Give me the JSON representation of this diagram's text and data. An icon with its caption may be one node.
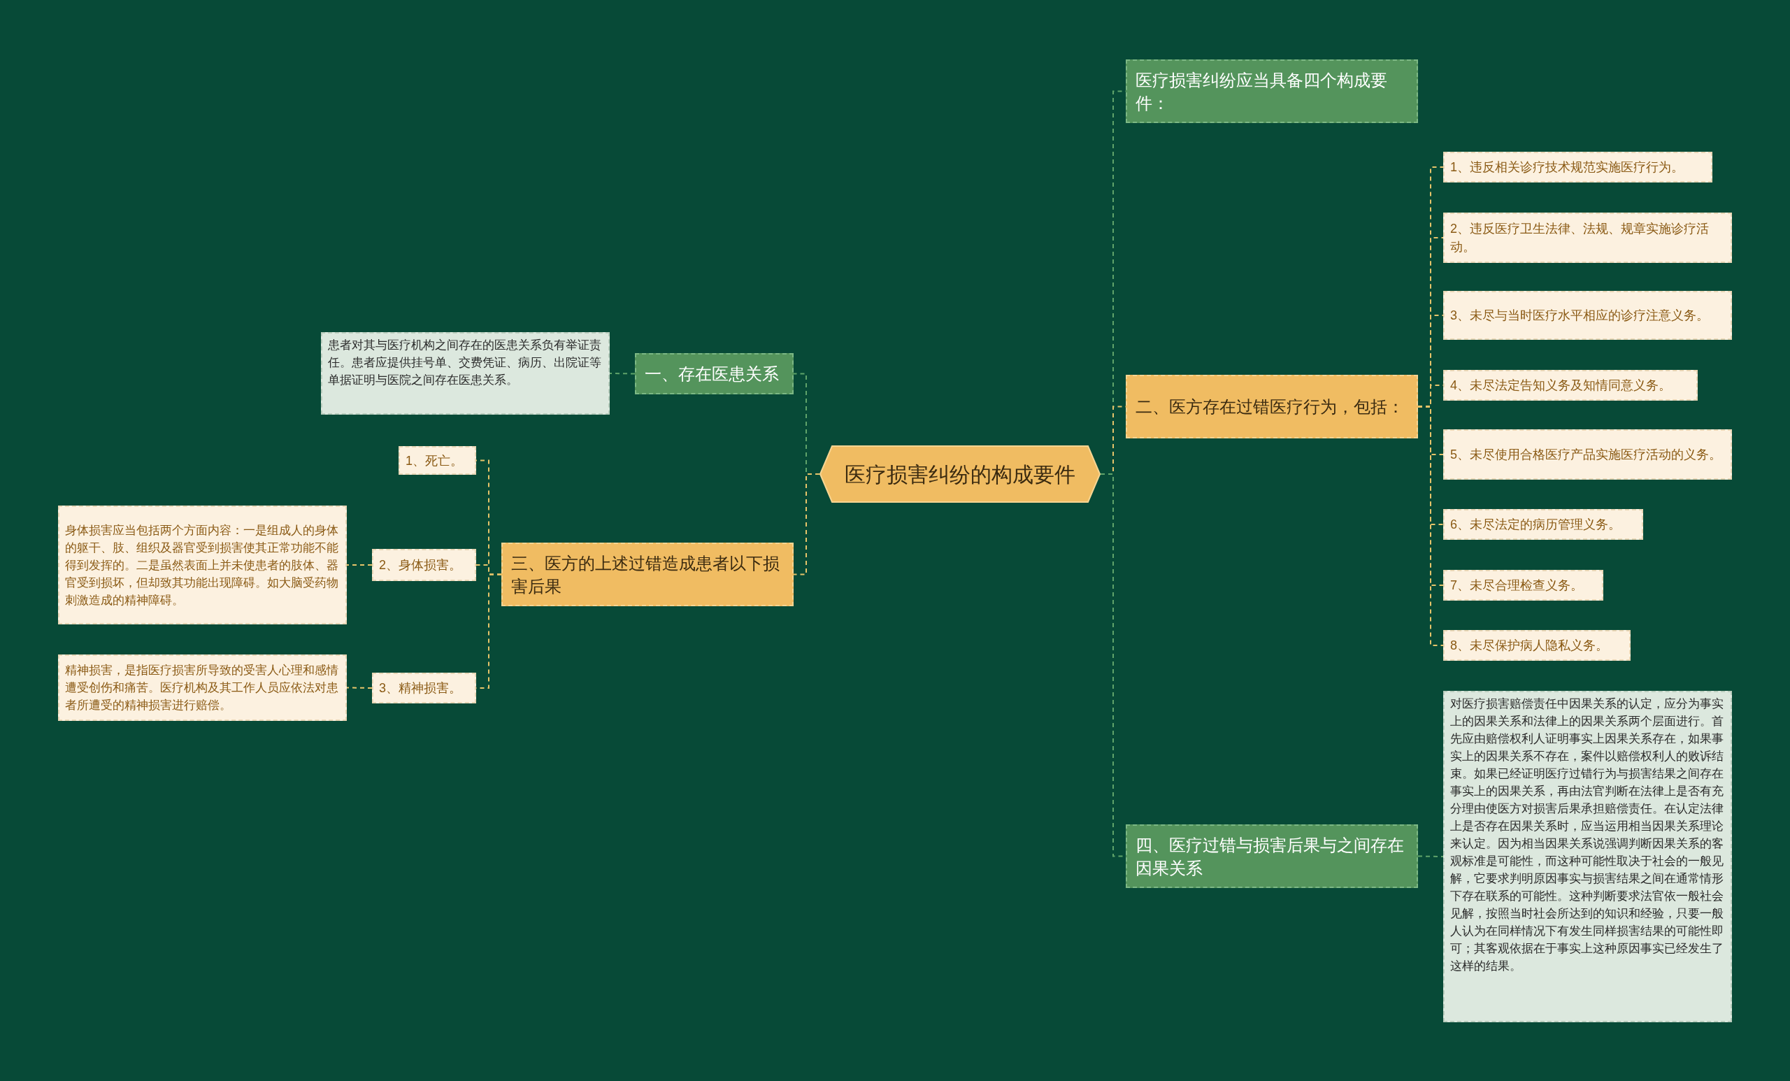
{
  "diagram": {
    "nodes": [
      {
        "text": [
          "医疗损害纠纷的构成要件"
        ]
      },
      {
        "text": [
          "一、存在医患关系"
        ]
      },
      {
        "text": [
          "患者对其与医疗机构之间存在的医患关系负有举证责任。患者应提供挂号单、交费凭证、病历、出院证等单据证明与医院之间存在医患关系。"
        ]
      },
      {
        "text": [
          "三、医方的上述过错造成患者以下损害后果"
        ]
      },
      {
        "text": [
          "1、死亡。"
        ]
      },
      {
        "text": [
          "2、身体损害。"
        ]
      },
      {
        "text": [
          "身体损害应当包括两个方面内容：一是组成人的身体的躯干、肢、组织及器官受到损害使其正常功能不能得到发挥的。二是虽然表面上并未使患者的肢体、器官受到损坏，但却致其功能出现障碍。如大脑受药物刺激造成的精神障碍。"
        ]
      },
      {
        "text": [
          "3、精神损害。"
        ]
      },
      {
        "text": [
          "精神损害，是指医疗损害所导致的受害人心理和感情遭受创伤和痛苦。医疗机构及其工作人员应依法对患者所遭受的精神损害进行赔偿。"
        ]
      },
      {
        "text": [
          "医疗损害纠纷应当具备四个构成要件："
        ]
      },
      {
        "text": [
          "二、医方存在过错医疗行为，包括："
        ]
      },
      {
        "text": [
          "1、违反相关诊疗技术规范实施医疗行为。"
        ]
      },
      {
        "text": [
          "2、违反医疗卫生法律、法规、规章实施诊疗活动。"
        ]
      },
      {
        "text": [
          "3、未尽与当时医疗水平相应的诊疗注意义务。"
        ]
      },
      {
        "text": [
          "4、未尽法定告知义务及知情同意义务。"
        ]
      },
      {
        "text": [
          "5、未尽使用合格医疗产品实施医疗活动的义务。"
        ]
      },
      {
        "text": [
          "6、未尽法定的病历管理义务。"
        ]
      },
      {
        "text": [
          "7、未尽合理检查义务。"
        ]
      },
      {
        "text": [
          "8、未尽保护病人隐私义务。"
        ]
      },
      {
        "text": [
          "四、医疗过错与损害后果与之间存在因果关系"
        ]
      },
      {
        "text": [
          "对医疗损害赔偿责任中因果关系的认定，应分为事实上的因果关系和法律上的因果关系两个层面进行。首先应由赔偿权利人证明事实上因果关系存在，如果事实上的因果关系不存在，案件以赔偿权利人的败诉结束。如果已经证明医疗过错行为与损害结果之间存在事实上的因果关系，再由法官判断在法律上是否有充分理由使医方对损害后果承担赔偿责任。在认定法律上是否存在因果关系时，应当运用相当因果关系理论来认定。因为相当因果关系说强调判断因果关系的客观标准是可能性，而这种可能性取决于社会的一般见解，它要求判明原因事实与损害结果之间在通常情形下存在联系的可能性。这种判断要求法官依一般社会见解，按照当时社会所达到的知识和经验，只要一般人认为在同样情况下有发生同样损害结果的可能性即可；其客观依据在于事实上这种原因事实已经发生了这样的结果。"
        ]
      }
    ],
    "edges": [
      {
        "from": 0,
        "to": 1,
        "arrow": "none",
        "color": "#5fa36a"
      },
      {
        "from": 0,
        "to": 3,
        "arrow": "none"
      },
      {
        "from": 1,
        "to": 2,
        "arrow": "none",
        "color": "#5fa36a"
      },
      {
        "from": 3,
        "to": 4,
        "arrow": "none"
      },
      {
        "from": 3,
        "to": 5,
        "arrow": "none"
      },
      {
        "from": 3,
        "to": 7,
        "arrow": "none"
      },
      {
        "from": 5,
        "to": 6,
        "arrow": "none"
      },
      {
        "from": 7,
        "to": 8,
        "arrow": "none"
      },
      {
        "from": 0,
        "to": 9,
        "arrow": "none",
        "color": "#5fa36a"
      },
      {
        "from": 0,
        "to": 10,
        "arrow": "none"
      },
      {
        "from": 10,
        "to": 11,
        "arrow": "none"
      },
      {
        "from": 10,
        "to": 12,
        "arrow": "none"
      },
      {
        "from": 10,
        "to": 13,
        "arrow": "none"
      },
      {
        "from": 10,
        "to": 14,
        "arrow": "none"
      },
      {
        "from": 10,
        "to": 15,
        "arrow": "none"
      },
      {
        "from": 10,
        "to": 16,
        "arrow": "none"
      },
      {
        "from": 10,
        "to": 17,
        "arrow": "none"
      },
      {
        "from": 10,
        "to": 18,
        "arrow": "none"
      },
      {
        "from": 0,
        "to": 19,
        "arrow": "none",
        "color": "#5fa36a"
      },
      {
        "from": 19,
        "to": 20,
        "arrow": "none",
        "color": "#5fa36a"
      }
    ]
  }
}
